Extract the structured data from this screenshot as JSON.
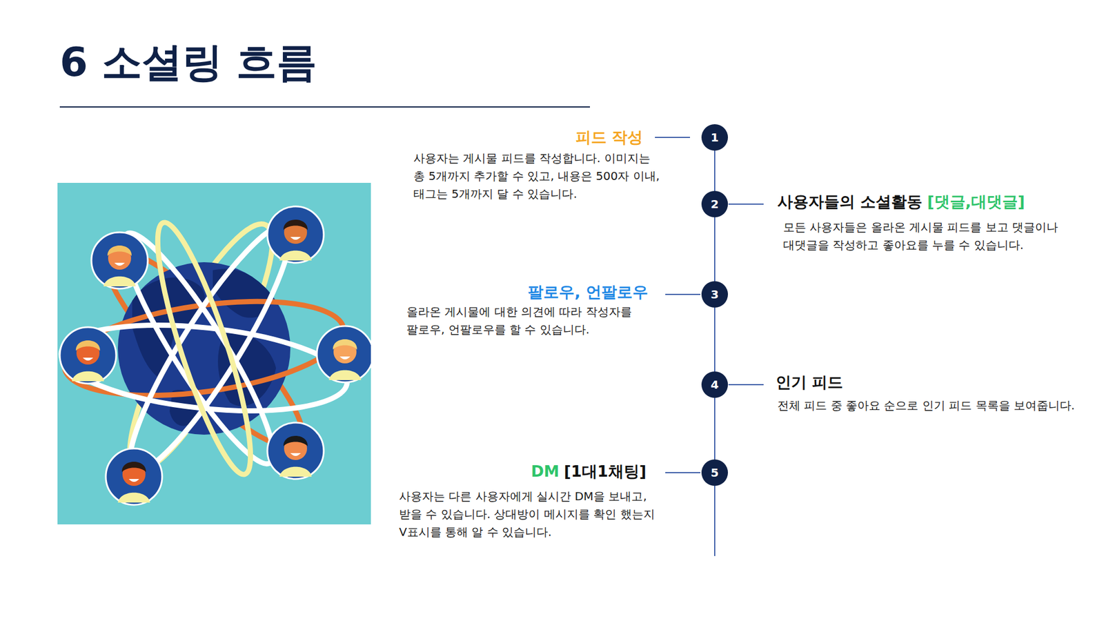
{
  "diagram": {
    "title": "6 소셜링 흐름",
    "nodes": [
      {
        "text": [
          "1"
        ]
      },
      {
        "text": [
          "2"
        ]
      },
      {
        "text": [
          "3"
        ]
      },
      {
        "text": [
          "4"
        ]
      },
      {
        "text": [
          "5"
        ]
      }
    ],
    "edges": [
      {
        "from": 0,
        "to": 1,
        "arrow": "none"
      },
      {
        "from": 1,
        "to": 2,
        "arrow": "none"
      },
      {
        "from": 2,
        "to": 3,
        "arrow": "none"
      },
      {
        "from": 3,
        "to": 4,
        "arrow": "none"
      }
    ],
    "labels": [
      "피드 작성",
      "사용자는 게시물 피드를 작성합니다. 이미지는 총 5개까지 추가할 수 있고, 내용은 500자 이내, 태그는 5개까지 달 수 있습니다.",
      "사용자들의 소셜활동",
      "[댓글,대댓글]",
      "모든 사용자들은 올라온 게시물 피드를 보고 댓글이나 대댓글을 작성하고 좋아요를 누를 수 있습니다.",
      "팔로우, 언팔로우",
      "올라온 게시물에 대한 의견에 따라 작성자를 팔로우, 언팔로우를 할 수 있습니다.",
      "인기 피드",
      "전체 피드 중 좋아요 순으로 인기 피드 목록을 보여줍니다.",
      "DM",
      "[1대1채팅]",
      "사용자는 다른 사용자에게 실시간 DM을 보내고, 받을 수 있습니다. 상대방이 메시지를 확인 했는지 V표시를 통해 알 수 있습니다."
    ]
  }
}
